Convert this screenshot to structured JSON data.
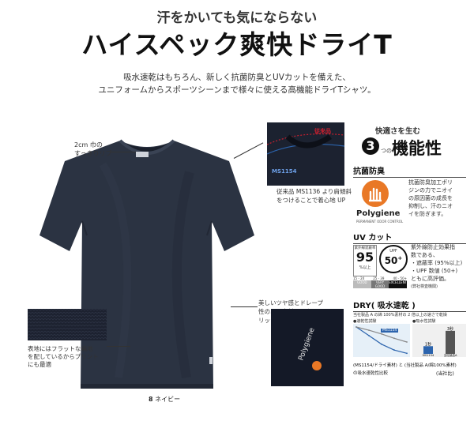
{
  "header": {
    "subtitle": "汗をかいても気にならない",
    "title": "ハイスペック爽快ドライT",
    "desc_line1": "吸水速乾はもちろん、新しく抗菌防臭とUVカットを備えた、",
    "desc_line2": "ユニフォームからスポーツシーンまで様々に使える高機能ドライTシャツ。"
  },
  "callouts": {
    "rib_line1": "2cm 巾の",
    "rib_line2": "すっきりリブ",
    "collar_old_tag": "従来品",
    "collar_new_tag": "MS1154",
    "collar_line1": "従来品 MS1136 より肩傾斜",
    "collar_line2": "をつけることで着心地 UP",
    "shine_line1": "美しいツヤ感とドレープ",
    "shine_line2": "性のある素材とスタイ",
    "shine_line3": "リッシュなシルエット",
    "fabric_line1": "表地にはフラットな編地",
    "fabric_line2": "を配しているからプリント",
    "fabric_line3": "にも最適",
    "logo_text": "Polygiene",
    "color_num": "8",
    "color_name": "ネイビー"
  },
  "panel": {
    "heading_top": "快適さを生む",
    "heading_num": "3",
    "heading_tsu": "つの",
    "heading_main": "機能性",
    "antibac": {
      "title": "抗菌防臭",
      "brand": "Polygiene",
      "brand_sub": "PERMANENT ODOR CONTROL",
      "text": [
        "抗菌防臭加工ポリ",
        "ジンの力でニオイ",
        "の原因菌の成長を",
        "抑制し、汗のニオ",
        "イを防ぎます。"
      ]
    },
    "uv": {
      "title": "UV カット",
      "badge_top": "紫外線遮蔽率",
      "badge_value": "95",
      "badge_unit": "%以上",
      "upf_label": "UPF",
      "upf_value": "50",
      "upf_plus": "+",
      "scale_ranges": [
        "15 - 24",
        "25 - 39",
        "40 - 50+"
      ],
      "scale_levels": [
        "GOOD",
        "VERY GOOD",
        "EXCELLENT"
      ],
      "text": [
        "紫外線防止効果指",
        "数である、",
        "・遮蔽率 (95%以上)",
        "・UPF 数値 (50+)",
        "ともに高評価。"
      ],
      "note": "(弊社検査機関)"
    },
    "dry": {
      "title": "DRY( 吸水速乾 )",
      "compare_title": "当社製品 A の綿 100%素材の 2 倍以上の速さで乾燥",
      "chart1_title": "●速乾性試験",
      "chart2_title": "●吸水性試験",
      "tag_new": "MS1154",
      "tag_a": "当社製品A",
      "cap1": "1秒",
      "cap3": "3秒",
      "foot_line1": "(MS1154/ドライ素材) と (当社製品 A/綿100%素材)",
      "foot_line2": "の吸水速乾性比較",
      "foot_note": "(当社比)"
    }
  },
  "colors": {
    "shirt": "#2b3342",
    "shirt_dark": "#1d2330",
    "accent_red": "#c8202f",
    "accent_blue": "#2c64ad",
    "polygiene_orange": "#e97826"
  },
  "chart_data": [
    {
      "type": "line",
      "title": "●速乾性試験",
      "series": [
        {
          "name": "MS1154",
          "values": [
            100,
            68,
            36,
            14,
            2
          ]
        },
        {
          "name": "当社製品A",
          "values": [
            100,
            88,
            74,
            58,
            44
          ]
        }
      ]
    },
    {
      "type": "bar",
      "title": "●吸水性試験",
      "categories": [
        "MS1154",
        "当社製品A"
      ],
      "values": [
        1,
        3
      ],
      "unit": "秒"
    }
  ]
}
